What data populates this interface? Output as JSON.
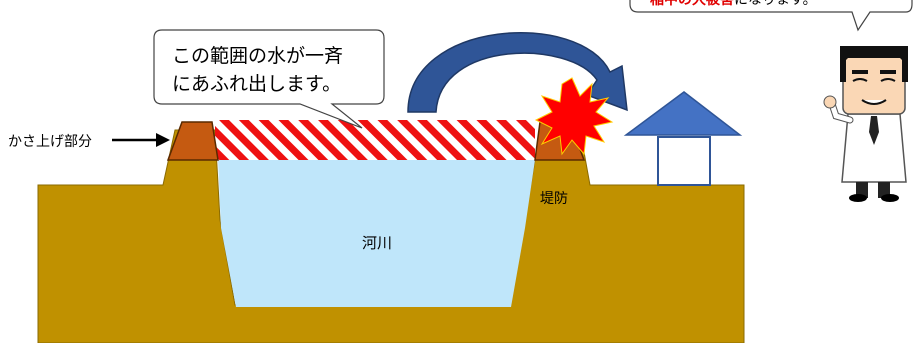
{
  "labels": {
    "raised_part": "かさ上げ部分",
    "levee": "堤防",
    "river": "河川"
  },
  "callout_water": {
    "line1": "この範囲の水が一斉",
    "line2": "にあふれ出します。"
  },
  "callout_doctor": {
    "red_text": "稲中の大被害",
    "black_text": "になります。"
  },
  "colors": {
    "ground": "#C09100",
    "ground_stroke": "#8A6A00",
    "river": "#BFE6FA",
    "raised_fill": "#C55A11",
    "stripe_red": "#EE1111",
    "arrow_blue": "#2F5597",
    "house_blue": "#4472C4",
    "burst_red": "#FF0000"
  },
  "icons": [
    "arrow-right-icon",
    "curved-arrow-icon",
    "burst-icon",
    "house-icon",
    "doctor-icon"
  ]
}
